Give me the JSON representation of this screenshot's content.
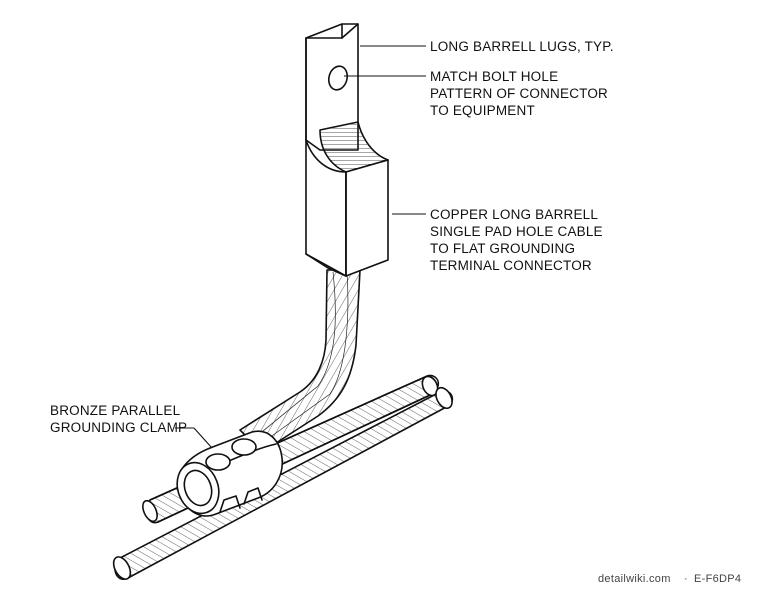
{
  "callouts": {
    "lug": "LONG BARRELL LUGS, TYP.",
    "bolt_hole": [
      "MATCH BOLT HOLE",
      "PATTERN OF CONNECTOR",
      "TO EQUIPMENT"
    ],
    "connector": [
      "COPPER LONG BARRELL",
      "SINGLE PAD HOLE CABLE",
      "TO FLAT GROUNDING",
      "TERMINAL CONNECTOR"
    ],
    "clamp": [
      "BRONZE PARALLEL",
      "GROUNDING CLAMP"
    ]
  },
  "footer": {
    "site": "detailwiki.com",
    "separator": "·",
    "code": "E-F6DP4"
  }
}
